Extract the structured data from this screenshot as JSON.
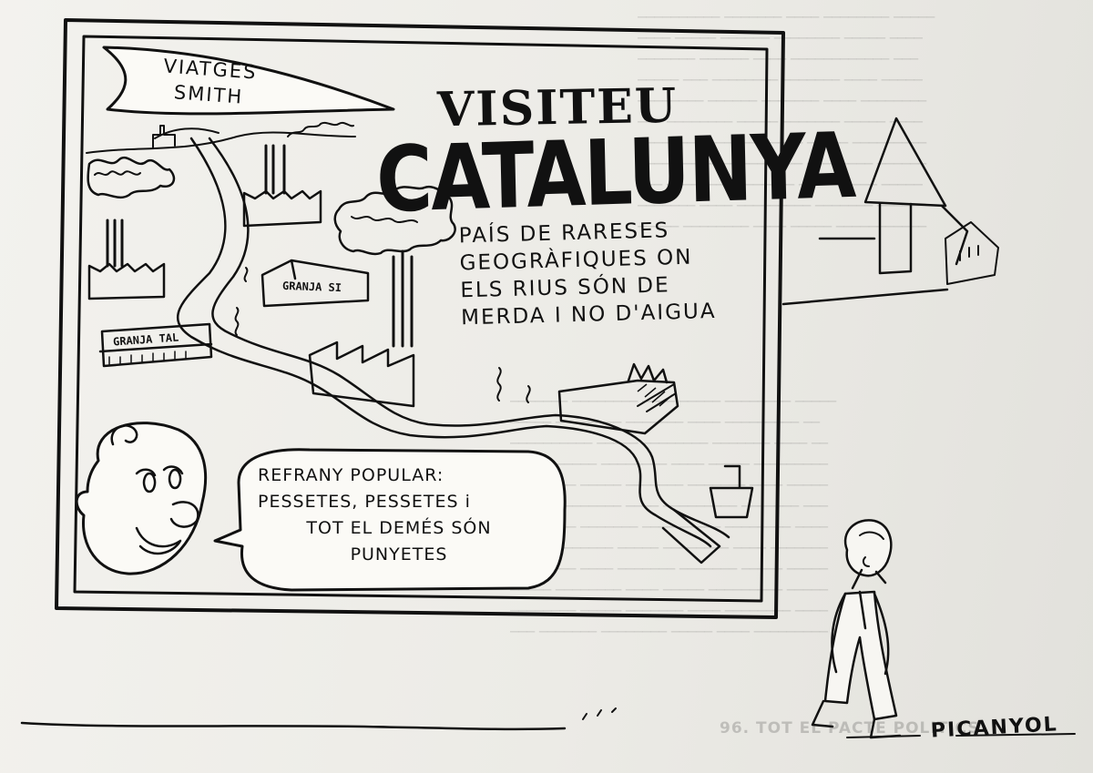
{
  "poster": {
    "banner": [
      "VIATGES",
      "SMITH"
    ],
    "title_line1": "VISITEU",
    "title_line2": "CATALUNYA",
    "subtitle": [
      "PAÍS DE RARESES",
      "GEOGRÀFIQUES ON",
      "ELS RIUS SÓN DE",
      "MERDA I NO D'AIGUA"
    ],
    "farm_left": "GRANJA TAL",
    "farm_right": "GRANJA SI",
    "speech": [
      "REFRANY POPULAR:",
      "PESSETES, PESSETES i",
      "TOT EL DEMÉS SÓN",
      "PUNYETES"
    ]
  },
  "signature": "PICANYOL",
  "background_page": {
    "caption": "96. TOT EL PACTE POLITICS"
  }
}
